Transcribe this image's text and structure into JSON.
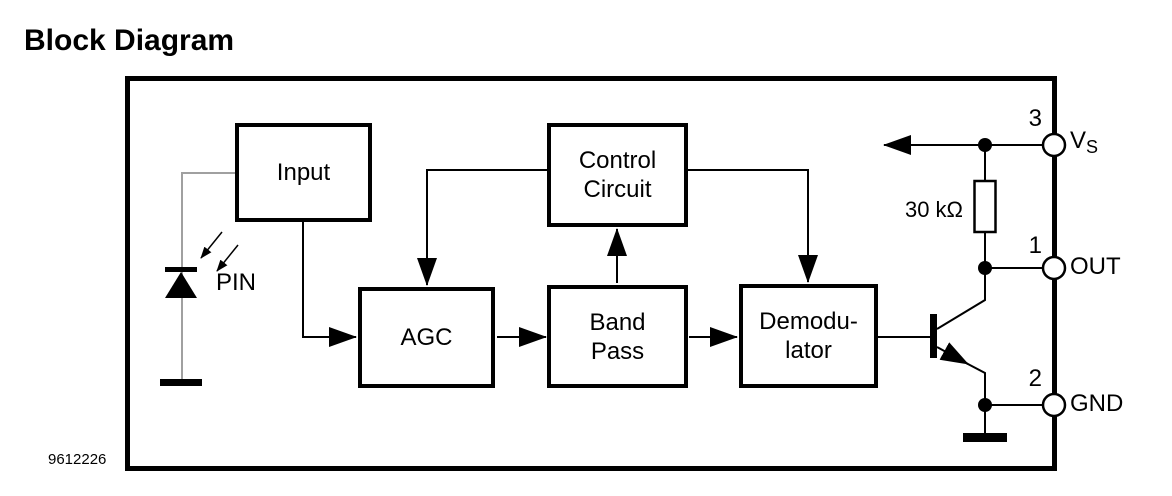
{
  "page": {
    "title": "Block Diagram",
    "document_number": "9612226"
  },
  "diagram": {
    "blocks": {
      "input": {
        "label": "Input"
      },
      "control_circuit": {
        "line1": "Control",
        "line2": "Circuit"
      },
      "agc": {
        "label": "AGC"
      },
      "band_pass": {
        "line1": "Band",
        "line2": "Pass"
      },
      "demodulator": {
        "line1": "Demodu-",
        "line2": "lator"
      }
    },
    "labels": {
      "photodiode": "PIN",
      "resistor": "30 kΩ"
    },
    "pins": {
      "vs": {
        "number": "3",
        "name_main": "V",
        "name_sub": "S"
      },
      "out": {
        "number": "1",
        "name": "OUT"
      },
      "gnd": {
        "number": "2",
        "name": "GND"
      }
    },
    "colors": {
      "line": "#000000",
      "photodiode_wire_gray": "#a0a0a0",
      "background": "#ffffff"
    }
  }
}
